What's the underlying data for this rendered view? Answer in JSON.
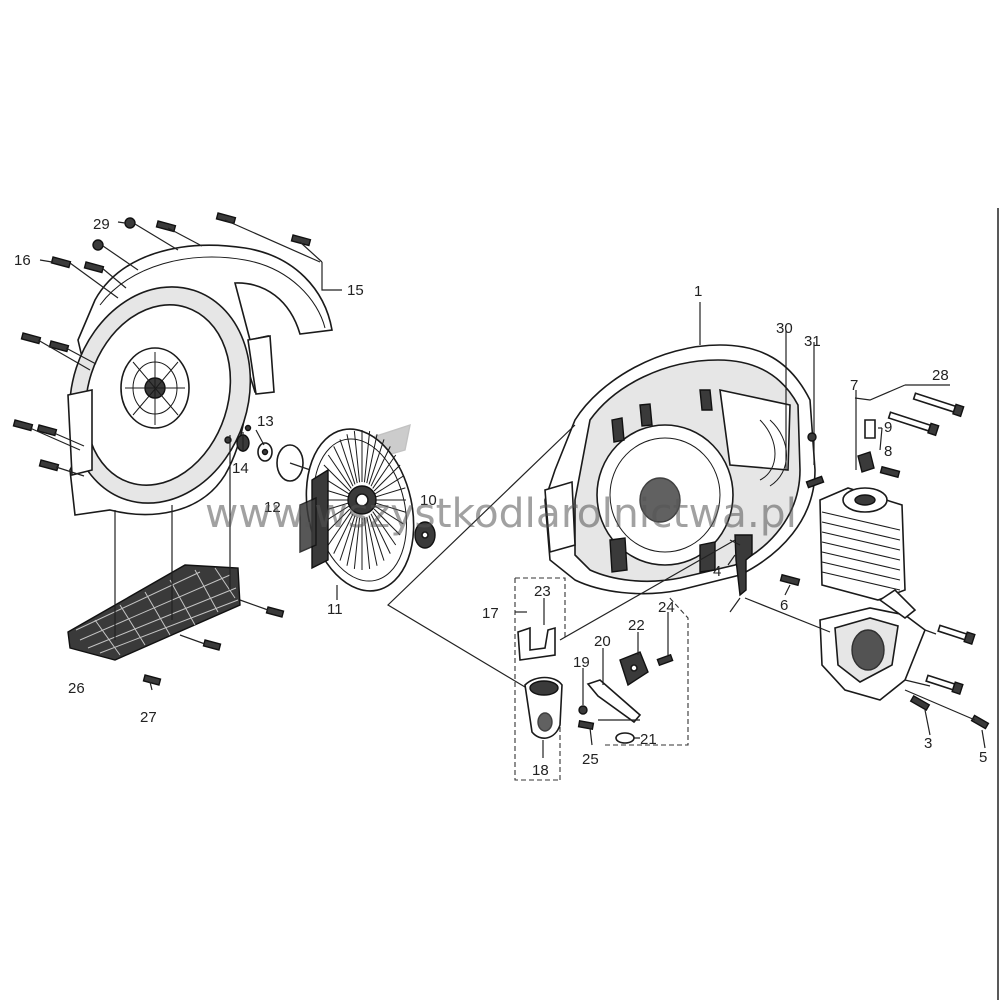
{
  "watermark": "www.wszystkodlarolnictwa.pl",
  "callouts": {
    "p1": "1",
    "p3": "3",
    "p4": "4",
    "p5": "5",
    "p6": "6",
    "p7": "7",
    "p8": "8",
    "p9": "9",
    "p10": "10",
    "p11": "11",
    "p12": "12",
    "p13": "13",
    "p14": "14",
    "p15": "15",
    "p16": "16",
    "p17": "17",
    "p18": "18",
    "p19": "19",
    "p20": "20",
    "p21": "21",
    "p22": "22",
    "p23": "23",
    "p24": "24",
    "p25": "25",
    "p26": "26",
    "p27": "27",
    "p28": "28",
    "p29": "29",
    "p30": "30",
    "p31": "31"
  }
}
